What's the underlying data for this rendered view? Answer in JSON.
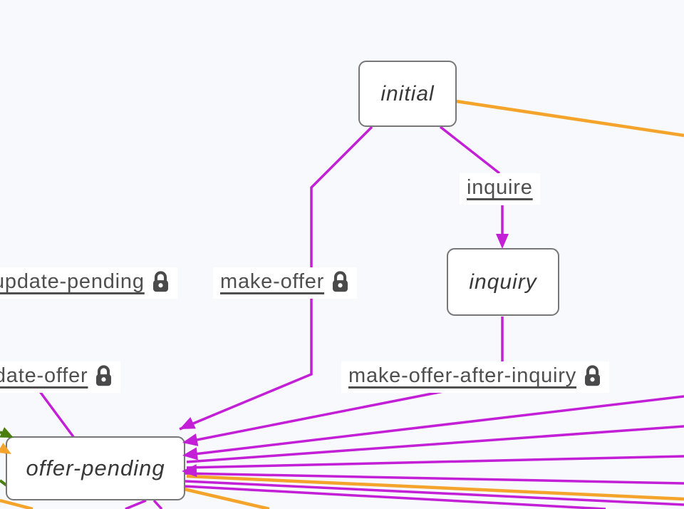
{
  "diagram": {
    "nodes": [
      {
        "id": "initial",
        "label": "initial"
      },
      {
        "id": "inquiry",
        "label": "inquiry"
      },
      {
        "id": "offer-pending",
        "label": "offer-pending"
      }
    ],
    "edge_labels": [
      {
        "id": "inquire",
        "label": "inquire",
        "locked": false
      },
      {
        "id": "update-pending",
        "label": "update-pending",
        "locked": true
      },
      {
        "id": "make-offer",
        "label": "make-offer",
        "locked": true
      },
      {
        "id": "update-offer",
        "label": "update-offer",
        "locked": true
      },
      {
        "id": "make-offer-after-inquiry",
        "label": "make-offer-after-inquiry",
        "locked": true
      }
    ],
    "colors": {
      "transition_primary": "#C21FD6",
      "transition_orange": "#F5A42B",
      "transition_green": "#4A7F10",
      "node_border": "#777777",
      "node_text": "#383838",
      "label_text": "#4F4F4F",
      "lock_icon": "#4A4A4A",
      "background": "#F8F9FC"
    }
  }
}
